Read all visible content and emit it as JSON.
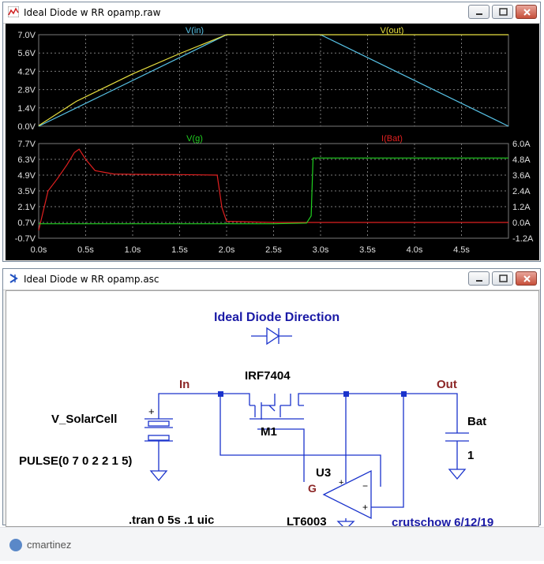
{
  "waveform_window": {
    "title": "Ideal Diode w RR opamp.raw",
    "top_pane": {
      "trace_labels": [
        "V(in)",
        "V(out)"
      ],
      "y_ticks": [
        "7.0V",
        "5.6V",
        "4.2V",
        "2.8V",
        "1.4V",
        "0.0V"
      ]
    },
    "bottom_pane": {
      "trace_labels": [
        "V(g)",
        "I(Bat)"
      ],
      "y_left_ticks": [
        "7.7V",
        "6.3V",
        "4.9V",
        "3.5V",
        "2.1V",
        "0.7V",
        "-0.7V"
      ],
      "y_right_ticks": [
        "6.0A",
        "4.8A",
        "3.6A",
        "2.4A",
        "1.2A",
        "0.0A",
        "-1.2A"
      ]
    },
    "x_ticks": [
      "0.0s",
      "0.5s",
      "1.0s",
      "1.5s",
      "2.0s",
      "2.5s",
      "3.0s",
      "3.5s",
      "4.0s",
      "4.5s"
    ]
  },
  "chart_data": [
    {
      "type": "line",
      "xlim": [
        0,
        5
      ],
      "ylim": [
        0,
        7
      ],
      "series": [
        {
          "name": "V(in)",
          "x": [
            0,
            2,
            3,
            5
          ],
          "y": [
            0,
            7,
            7,
            0
          ]
        },
        {
          "name": "V(out)",
          "x": [
            0,
            0.4,
            1,
            1.5,
            2,
            5
          ],
          "y": [
            0.05,
            1.9,
            4.0,
            5.55,
            7,
            7
          ]
        }
      ]
    },
    {
      "type": "line",
      "xlim": [
        0,
        5
      ],
      "ylim": [
        -0.7,
        7.7
      ],
      "y2lim": [
        -1.2,
        6.0
      ],
      "series": [
        {
          "name": "V(g)",
          "x": [
            0,
            0.1,
            0.2,
            0.3,
            0.38,
            0.43,
            0.5,
            0.6,
            0.8,
            1.0,
            1.5,
            1.9,
            1.95,
            2.0,
            2.5,
            2.9,
            5
          ],
          "y": [
            0,
            3.5,
            4.6,
            5.8,
            6.9,
            7.2,
            6.3,
            5.3,
            5.0,
            4.97,
            4.95,
            4.9,
            2.0,
            0.8,
            0.7,
            0.7,
            0.7
          ]
        },
        {
          "name": "I(Bat)",
          "x": [
            0,
            2.5,
            2.85,
            2.9,
            2.92,
            5
          ],
          "y": [
            -0.1,
            -0.1,
            -0.05,
            0.5,
            4.9,
            4.9
          ]
        }
      ]
    }
  ],
  "schematic_window": {
    "title": "Ideal Diode w RR opamp.asc",
    "labels": {
      "diode_direction": "Ideal Diode Direction",
      "mosfet_part": "IRF7404",
      "mosfet_ref": "M1",
      "net_in": "In",
      "net_out": "Out",
      "net_g": "G",
      "source_name": "V_SolarCell",
      "source_value": "PULSE(0 7 0 2 2 1 5)",
      "battery_name": "Bat",
      "battery_value": "1",
      "opamp_ref": "U3",
      "opamp_part": "LT6003",
      "sim_directive": ".tran 0 5s .1 uic",
      "author": "crutschow 6/12/19",
      "plus_source": "+",
      "plus_opamp": "+",
      "plus_opamp_in": "+",
      "minus_opamp": "−"
    }
  },
  "footer": {
    "username": "cmartinez"
  },
  "colors": {
    "vin": "#58c4e8",
    "vout": "#e8e040",
    "vg": "#e02020",
    "ibat": "#20d020",
    "grid": "#7a7a7a",
    "axis_text": "#e0e0e0",
    "wire": "#1a33cc",
    "label_blue": "#1a1aa6",
    "net_label": "#8c2626"
  }
}
